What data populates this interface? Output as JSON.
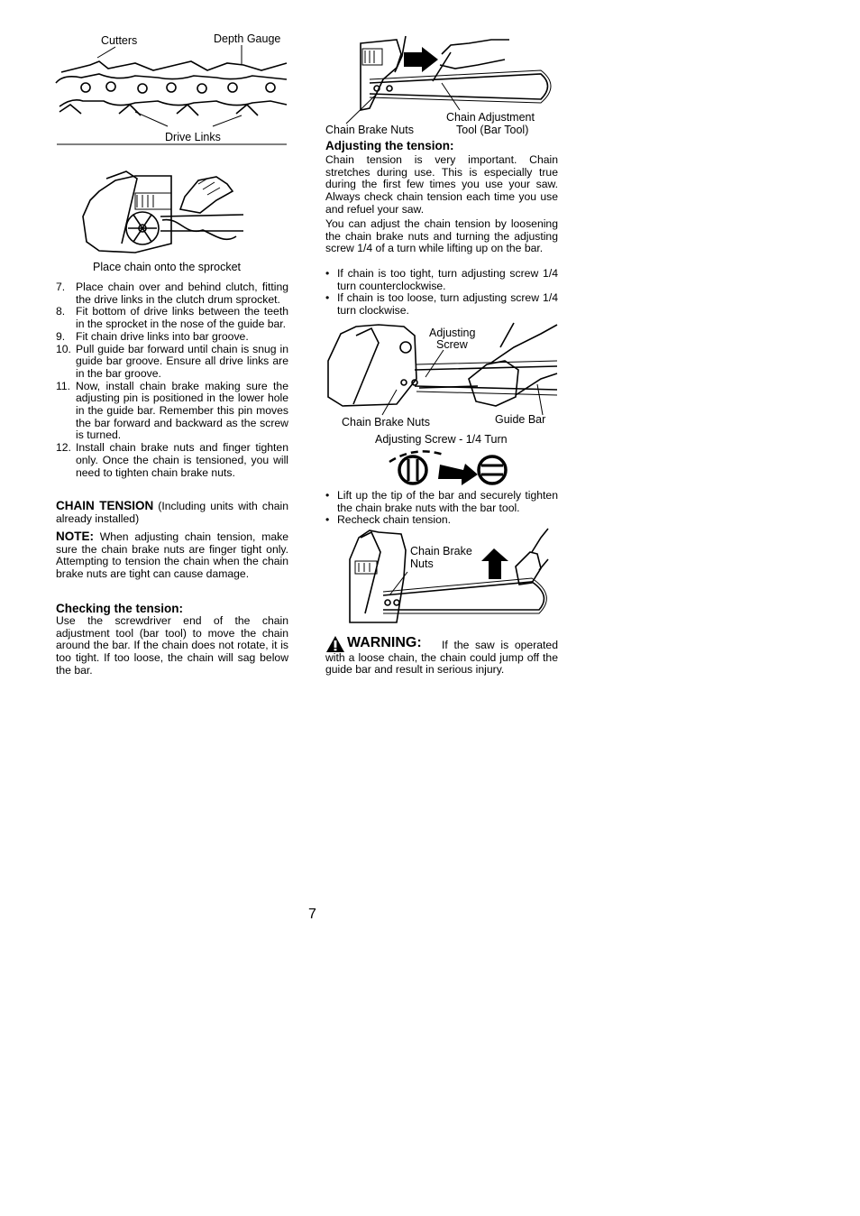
{
  "figures": {
    "chain": {
      "cutters": "Cutters",
      "depth_gauge": "Depth Gauge",
      "drive_links": "Drive Links"
    },
    "sprocket": {
      "caption": "Place chain onto the sprocket"
    },
    "bar_tool": {
      "brake_nuts": "Chain Brake Nuts",
      "tool_line1": "Chain Adjustment",
      "tool_line2": "Tool (Bar Tool)"
    },
    "adjust": {
      "screw_line1": "Adjusting",
      "screw_line2": "Screw",
      "brake_nuts": "Chain Brake Nuts",
      "guide_bar": "Guide Bar"
    },
    "turn": {
      "caption": "Adjusting Screw - 1/4 Turn"
    },
    "lift": {
      "line1": "Chain Brake",
      "line2": "Nuts"
    }
  },
  "steps": [
    {
      "num": "7.",
      "text": "Place chain over and behind clutch, fitting the drive links in the clutch drum sprocket."
    },
    {
      "num": "8.",
      "text": "Fit bottom of drive links between the teeth in the sprocket in the nose of the guide bar."
    },
    {
      "num": "9.",
      "text": "Fit chain drive links into bar groove."
    },
    {
      "num": "10.",
      "text": "Pull guide bar forward until chain is snug in guide bar groove. Ensure all drive links are in the bar groove."
    },
    {
      "num": "11.",
      "text": "Now, install chain brake making sure the adjusting pin is positioned in the lower hole in the guide bar. Remember this pin moves the bar forward and backward as the screw is turned."
    },
    {
      "num": "12.",
      "text": "Install chain brake nuts and finger tighten only. Once the chain is tensioned, you will need to tighten chain brake nuts."
    }
  ],
  "chain_tension": {
    "heading": "CHAIN TENSION",
    "rest": " (Including units with chain already installed)"
  },
  "note": {
    "label": "NOTE:",
    "text": " When adjusting chain tension, make sure the chain brake nuts are finger tight only.  Attempting to tension the chain when the chain brake nuts are tight can cause damage."
  },
  "checking": {
    "heading": "Checking the tension:",
    "text": "Use the screwdriver end of the chain adjustment tool (bar tool) to move the chain around the bar. If the chain does not rotate, it is too tight. If too loose, the chain will sag below the bar."
  },
  "adjusting": {
    "heading": "Adjusting the tension:",
    "p1": "Chain tension is very important.  Chain stretches during use. This is especially true during the first few times you use your saw. Always check chain tension each time you use and refuel your saw.",
    "p2": "You can adjust the chain tension by loosening the chain brake nuts and turning the adjusting screw 1/4 of a turn while lifting up on the bar.",
    "bullets1": [
      "If chain is too tight, turn adjusting screw 1/4 turn counterclockwise.",
      "If chain is too loose, turn adjusting screw 1/4 turn clockwise."
    ],
    "bullets2": [
      "Lift up the tip of the bar and securely tighten the chain brake nuts with the bar tool.",
      "Recheck chain tension."
    ]
  },
  "warning": {
    "label": "WARNING:",
    "text": "If the saw is operated with a loose chain, the chain could jump off the guide bar and result in serious injury."
  },
  "page_number": "7"
}
